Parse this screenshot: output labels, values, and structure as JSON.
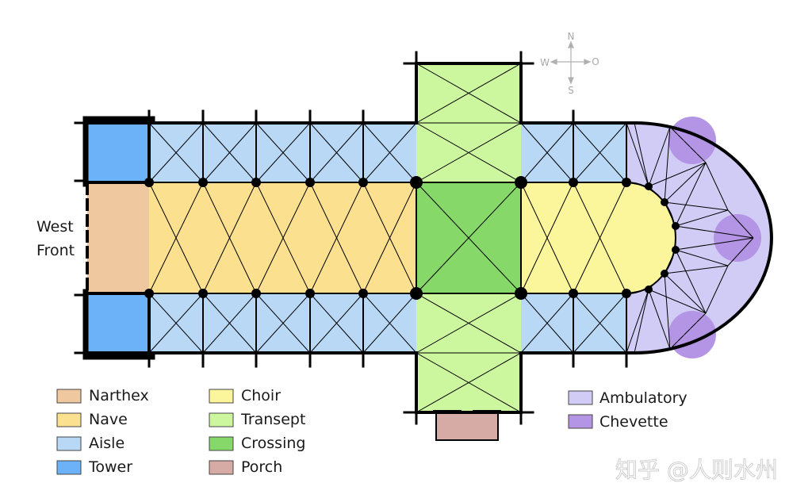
{
  "west_front": {
    "line1": "West",
    "line2": "Front"
  },
  "compass": {
    "north": "N",
    "south": "S",
    "west": "W",
    "east": "O"
  },
  "colors": {
    "narthex": "#f0c8a0",
    "nave": "#fbe08f",
    "aisle": "#b8d8f6",
    "tower": "#6cb2f9",
    "choir": "#fbf59c",
    "transept": "#cdf79f",
    "crossing": "#86d868",
    "porch": "#d6aaa5",
    "ambulatory": "#d0ccf5",
    "chevette": "#b494e5",
    "wall": "#000000"
  },
  "legend": {
    "narthex": "Narthex",
    "nave": "Nave",
    "aisle": "Aisle",
    "tower": "Tower",
    "choir": "Choir",
    "transept": "Transept",
    "crossing": "Crossing",
    "porch": "Porch",
    "ambulatory": "Ambulatory",
    "chevette": "Chevette"
  },
  "watermark": "知乎 @人则水州"
}
